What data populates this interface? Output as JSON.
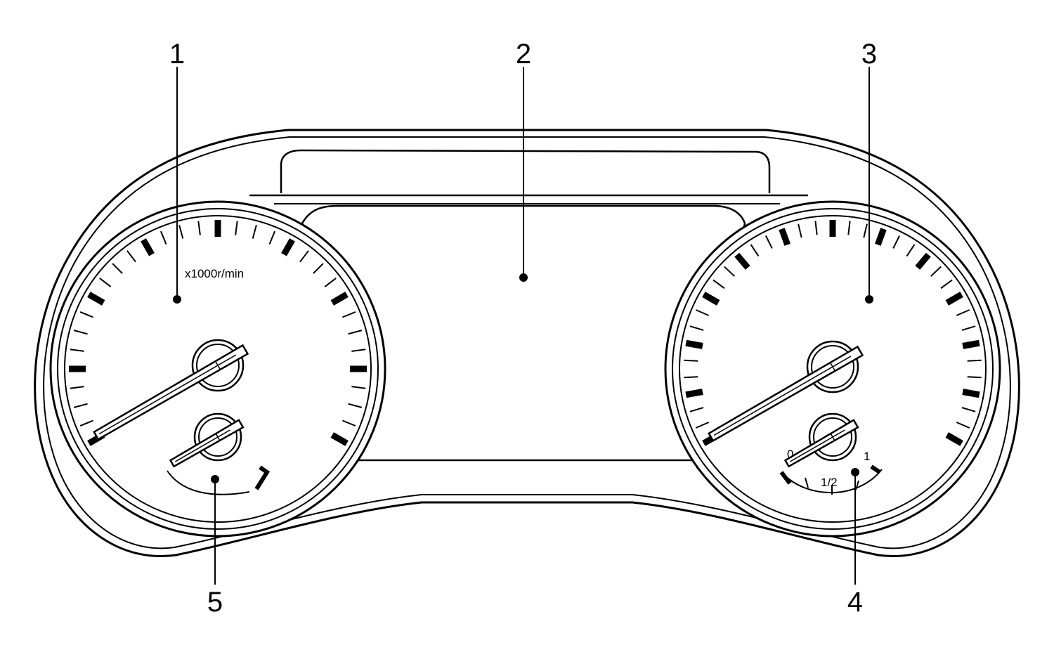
{
  "callouts": [
    {
      "number": "1"
    },
    {
      "number": "2"
    },
    {
      "number": "3"
    },
    {
      "number": "4"
    },
    {
      "number": "5"
    }
  ],
  "tachometer": {
    "unit_label": "x1000r/min"
  },
  "fuel_gauge": {
    "empty_label": "0",
    "half_label": "1/2",
    "full_label": "1"
  },
  "colors": {
    "line": "#000000",
    "background": "#ffffff"
  }
}
